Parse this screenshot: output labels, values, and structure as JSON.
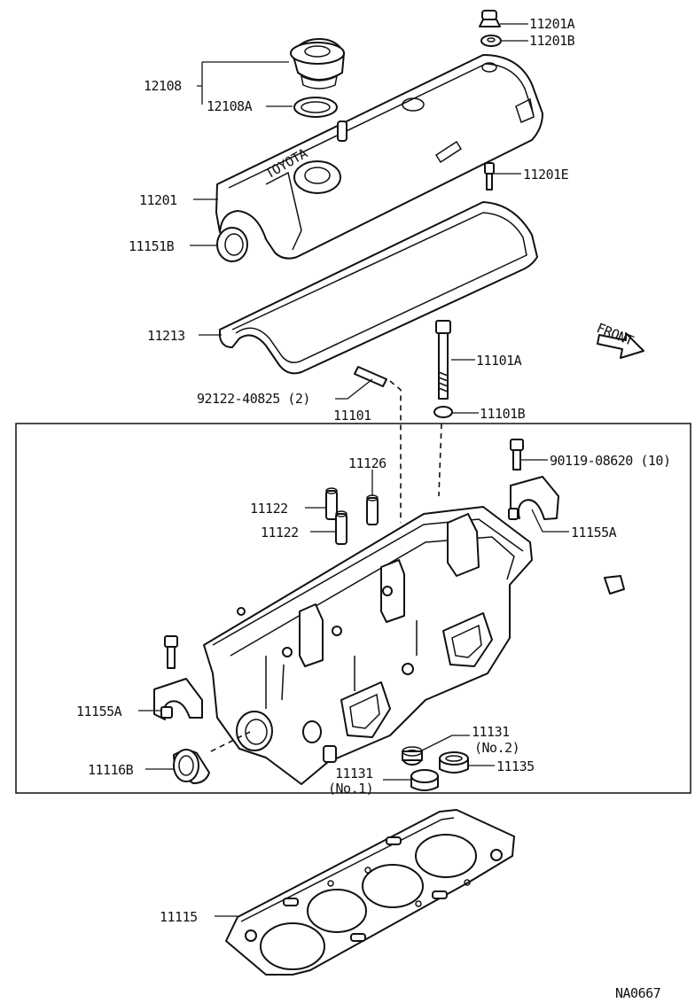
{
  "labels": {
    "l11201A": "11201A",
    "l11201B": "11201B",
    "l12108": "12108",
    "l12108A": "12108A",
    "l11201E": "11201E",
    "l11201": "11201",
    "l11151B": "11151B",
    "l11213": "11213",
    "l11101A": "11101A",
    "l92122": "92122-40825 (2)",
    "l11101": "11101",
    "l11101B": "11101B",
    "l11126": "11126",
    "l90119": "90119-08620 (10)",
    "l11122a": "11122",
    "l11122b": "11122",
    "l11155A_r": "11155A",
    "l11155A_l": "11155A",
    "l11131_no2": "11131",
    "l11131_no2_sub": "(No.2)",
    "l11116B": "11116B",
    "l11135": "11135",
    "l11131_no1": "11131",
    "l11131_no1_sub": "(No.1)",
    "l11115": "11115",
    "front": "FRONT",
    "code": "NA0667",
    "cover_brand": "TOYOTA"
  }
}
